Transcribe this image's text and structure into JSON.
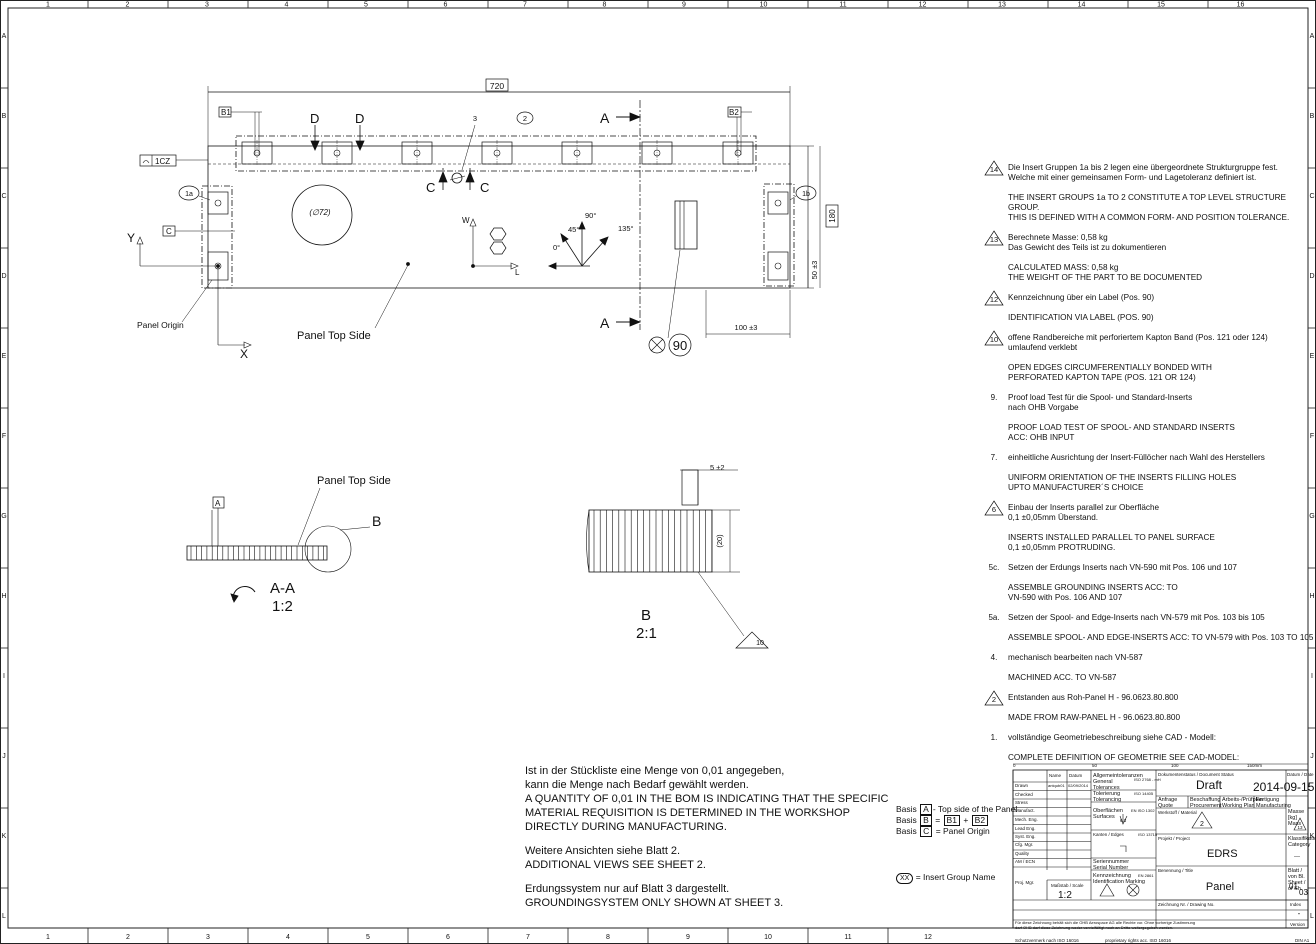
{
  "frame": {
    "top_cols": [
      "1",
      "2",
      "3",
      "4",
      "5",
      "6",
      "7",
      "8",
      "9",
      "10",
      "11",
      "12",
      "13",
      "14",
      "15",
      "16"
    ],
    "bottom_cols": [
      "1",
      "2",
      "3",
      "4",
      "5",
      "6",
      "7",
      "8",
      "9",
      "10",
      "11",
      "12"
    ],
    "rows": [
      "A",
      "B",
      "C",
      "D",
      "E",
      "F",
      "G",
      "H",
      "I",
      "J",
      "K",
      "L"
    ]
  },
  "top_view": {
    "width_dim": "720",
    "height_dim": "180",
    "dim_50": "50 ±3",
    "dim_100": "100 ±3",
    "circle_dim": "(∅72)",
    "label_b1": "B1",
    "label_b2": "B2",
    "label_c": "C",
    "label_1a": "1a",
    "label_1b": "1b",
    "flatness": "1CZ",
    "section_a": "A",
    "section_c": "C",
    "section_d": "D",
    "num_2": "2",
    "num_3": "3",
    "num_90": "90",
    "axis_x": "X",
    "axis_y": "Y",
    "axis_w": "W",
    "axis_l": "L",
    "angle_0": "0°",
    "angle_45": "45°",
    "angle_90": "90°",
    "angle_135": "135°",
    "label_panel_origin": "Panel Origin",
    "label_panel_top": "Panel Top Side"
  },
  "section_aa": {
    "label_panel_top": "Panel Top Side",
    "datum_a": "A",
    "detail_b": "B",
    "title": "A-A",
    "scale": "1:2"
  },
  "detail_b": {
    "dim_5": "5 ±2",
    "dim_20": "(20)",
    "note_ref": "10",
    "title": "B",
    "scale": "2:1"
  },
  "notes": [
    {
      "num": "14",
      "tri": true,
      "de": [
        "Die Insert Gruppen 1a bis 2 legen eine übergeordnete Strukturgruppe fest.",
        "Welche mit einer gemeinsamen Form- und Lagetoleranz definiert ist."
      ],
      "en": [
        "THE INSERT GROUPS 1a TO 2 CONSTITUTE A TOP LEVEL STRUCTURE GROUP.",
        "THIS IS DEFINED WITH A COMMON FORM- AND POSITION TOLERANCE."
      ]
    },
    {
      "num": "13",
      "tri": true,
      "de": [
        "Berechnete Masse:  0,58 kg",
        "Das Gewicht des Teils ist zu dokumentieren"
      ],
      "en": [
        "CALCULATED MASS:  0,58 kg",
        "THE WEIGHT OF THE PART TO BE DOCUMENTED"
      ]
    },
    {
      "num": "12",
      "tri": true,
      "de": [
        "Kennzeichnung über ein Label (Pos. 90)"
      ],
      "en": [
        "IDENTIFICATION VIA LABEL (POS. 90)"
      ]
    },
    {
      "num": "10",
      "tri": true,
      "de": [
        "offene Randbereiche mit perforiertem Kapton Band (Pos. 121 oder 124)",
        "umlaufend verklebt"
      ],
      "en": [
        "OPEN EDGES CIRCUMFERENTIALLY BONDED WITH",
        "PERFORATED KAPTON TAPE (POS. 121 OR 124)"
      ]
    },
    {
      "num": "9.",
      "tri": false,
      "de": [
        "Proof load Test für die Spool- und Standard-Inserts",
        "nach OHB Vorgabe"
      ],
      "en": [
        "PROOF LOAD TEST OF SPOOL- AND STANDARD INSERTS",
        "ACC: OHB INPUT"
      ]
    },
    {
      "num": "7.",
      "tri": false,
      "de": [
        "einheitliche Ausrichtung der Insert-Füllöcher nach Wahl des Herstellers"
      ],
      "en": [
        "UNIFORM ORIENTATION OF THE INSERTS FILLING HOLES",
        "UPTO MANUFACTURER´S CHOICE"
      ]
    },
    {
      "num": "6",
      "tri": true,
      "de": [
        "Einbau der Inserts parallel zur Oberfläche",
        "0,1 ±0,05mm Überstand."
      ],
      "en": [
        "INSERTS INSTALLED PARALLEL TO PANEL SURFACE",
        " 0,1 ±0,05mm PROTRUDING."
      ]
    },
    {
      "num": "5c.",
      "tri": false,
      "de": [
        "Setzen der Erdungs Inserts nach VN-590 mit Pos. 106 und 107"
      ],
      "en": [
        "ASSEMBLE GROUNDING INSERTS ACC: TO",
        "VN-590 with Pos. 106 AND 107"
      ]
    },
    {
      "num": "5a.",
      "tri": false,
      "de": [
        "Setzen der Spool- and Edge-Inserts nach VN-579 mit Pos. 103 bis 105"
      ],
      "en": [
        "ASSEMBLE SPOOL- AND EDGE-INSERTS ACC: TO VN-579 with Pos. 103 TO 105"
      ]
    },
    {
      "num": "4.",
      "tri": false,
      "de": [
        "mechanisch bearbeiten nach VN-587"
      ],
      "en": [
        "MACHINED ACC. TO VN-587"
      ]
    },
    {
      "num": "2",
      "tri": true,
      "de": [
        "Entstanden aus Roh-Panel H - 96.0623.80.800"
      ],
      "en": [
        "MADE FROM RAW-PANEL H - 96.0623.80.800"
      ]
    },
    {
      "num": "1.",
      "tri": false,
      "de": [
        "vollständige Geometriebeschreibung siehe CAD - Modell:"
      ],
      "en": [
        "COMPLETE DEFINITION OF GEOMETRIE SEE CAD-MODEL:"
      ]
    }
  ],
  "bottom_notes": {
    "group1": [
      "Ist in der Stückliste eine Menge von 0,01 angegeben,",
      "kann die Menge nach Bedarf gewählt werden.",
      "A QUANTITY OF 0,01 IN THE BOM IS INDICATING THAT THE SPECIFIC",
      "MATERIAL REQUISITION IS DETERMINED IN THE WORKSHOP",
      "DIRECTLY DURING MANUFACTURING."
    ],
    "group2": [
      "Weitere Ansichten siehe Blatt 2.",
      "ADDITIONAL VIEWS SEE SHEET 2."
    ],
    "group3": [
      "Erdungssystem nur auf Blatt 3 dargestellt.",
      "GROUNDINGSYSTEM ONLY SHOWN AT SHEET 3."
    ]
  },
  "basis": {
    "word": "Basis",
    "a_box": "A",
    "a_text": "Top side of the Panel",
    "b_box": "B",
    "b1": "B1",
    "plus": "+",
    "b2": "B2",
    "c_box": "C",
    "c_text": "= Panel Origin",
    "ign_box": "XX",
    "ign_text": "= Insert Group Name"
  },
  "title_block": {
    "ruler_0": "0",
    "ruler_50": "50",
    "ruler_100": "100",
    "ruler_150": "150mm",
    "h_name": "Name",
    "h_datum": "Datum",
    "r_drawn": "Drawn",
    "v_drawn_name": "antqub01",
    "v_drawn_date": "02/09/2014",
    "r_checked": "Checked",
    "r_stress": "Stress",
    "r_manufact": "Manufact.",
    "r_mech": "Mech. Eng.",
    "r_lead": "Lead Eng.",
    "r_syst": "Syst. Eng.",
    "r_mgr": "Cfg. Mgr.",
    "r_quality": "Quality",
    "r_aim": "AM / ECN",
    "r_proj_mgr": "Proj. Mgr.",
    "allg_tol": "Allgemeintoleranzen\nGeneral Tolerances",
    "iso2768": "ISO 2768 - mH",
    "tol": "Tolerierung\nTolerancing",
    "iso14405": "ISO 14405",
    "surf": "Oberflächen\nSurfaces",
    "iso1302": "EN ISO 1302",
    "rough": "6,3",
    "edges": "Kanten / Edges",
    "iso13715": "ISO 13715",
    "serial": "Seriennummer\nSerial Number",
    "marking": "Kennzeichnung\nIdentification Marking",
    "en2861": "EN 2861",
    "scale_label": "Maßstab / Scale",
    "scale_value": "1:2",
    "doc_status_label": "Dokumentenstatus / Document Status",
    "doc_status": "Draft",
    "date_label": "Datum / Date",
    "date": "2014-09-15",
    "anfrage": "Anfrage\nQuote",
    "beschaff": "Beschaffung\nProcurement",
    "arbeits": "Arbeits-/Prüfplan\nWorking Plan",
    "fertigung": "Fertigung\nManufacturing",
    "material_label": "Werkstoff / Material",
    "mass_label": "Masse [kg]\nMass",
    "mass_ref": "13",
    "material_ref": "2",
    "projekt_label": "Projekt / Project",
    "project": "EDRS",
    "klass_label": "Klassifikation\nCategory",
    "klass": "---",
    "bennenung_label": "Benennung / Title",
    "title": "Panel",
    "sheet_label": "Blatt / von Bl.\nSheet / of Sh.",
    "sheet": "01",
    "sheets": "03",
    "drawing_no_label": "Zeichnung Nr. / Drawing No.",
    "index_label": "Index",
    "index": "-",
    "version_label": "Version",
    "legal": "Für diese Zeichnung behält sich die OHB Aerospace AG alle Rechte vor. Ohne vorherige Zustimmung\ndarf OHB darf diese Zeichnung weder vervielfältigt noch an Dritte weitergegeben werden.",
    "protect": "Schutzvermerk nach ISO 16016",
    "prop": "proprietary rights acc. ISO 16016",
    "din": "DIN A1"
  }
}
